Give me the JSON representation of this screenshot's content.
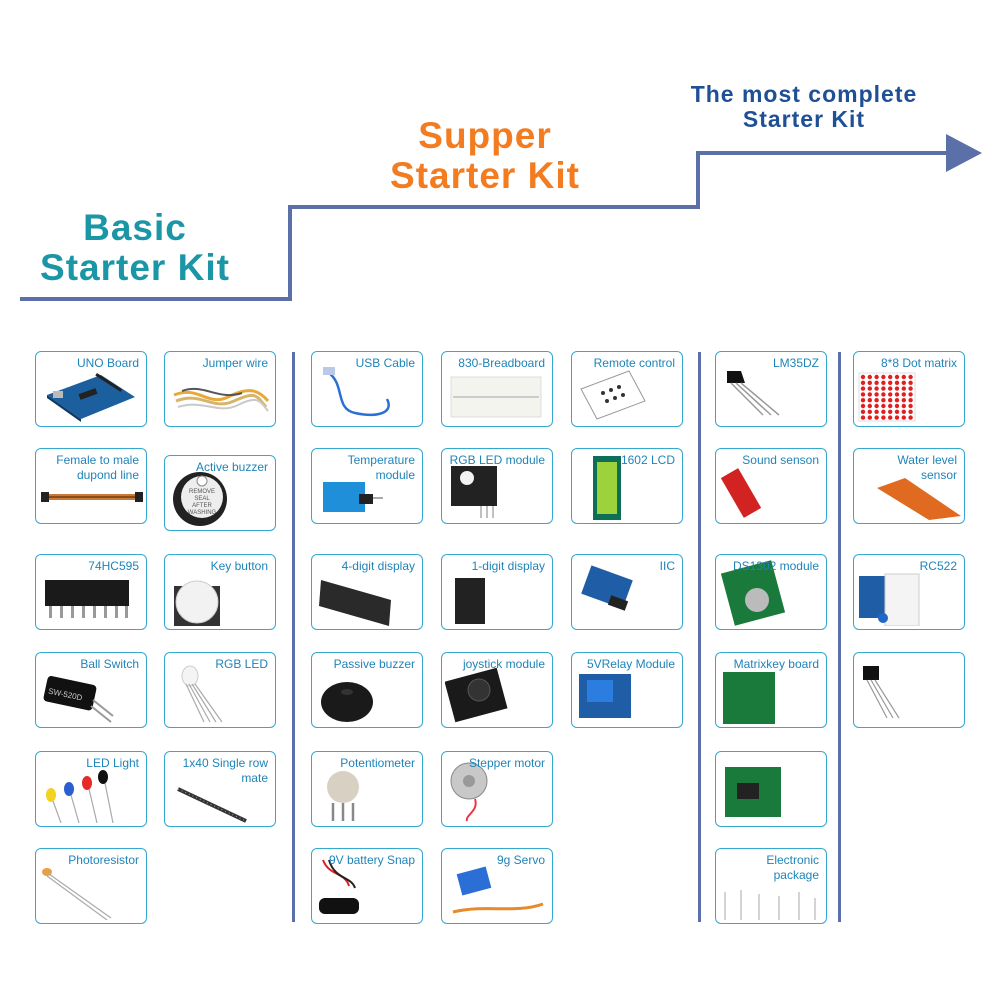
{
  "header": {
    "basic": [
      "Basic",
      "Starter Kit"
    ],
    "supper": [
      "Supper",
      "Starter Kit"
    ],
    "most": [
      "The most complete",
      "Starter Kit"
    ]
  },
  "colors": {
    "basic": "#1b96a6",
    "supper": "#f47c20",
    "most": "#1f4f94",
    "stairs": "#5b6fa8",
    "card_border": "#35a8cf",
    "label": "#1f84b8"
  },
  "items": {
    "uno_board": "UNO Board",
    "jumper_wire": "Jumper wire",
    "female_male": "Female to male dupond line",
    "active_buzzer": "Active buzzer",
    "ic74hc595": "74HC595",
    "key_button": "Key button",
    "ball_switch": "Ball Switch",
    "rgb_led": "RGB LED",
    "led_light": "LED Light",
    "pin_header": "1x40 Single row mate",
    "photoresistor": "Photoresistor",
    "usb_cable": "USB Cable",
    "breadboard": "830-Breadboard",
    "remote": "Remote control",
    "temperature": "Temperature module",
    "rgb_led_module": "RGB LED module",
    "lcd1602": "1602 LCD",
    "digit4": "4-digit display",
    "digit1": "1-digit display",
    "iic": "IIC",
    "passive_buzzer": "Passive buzzer",
    "joystick": "joystick module",
    "relay": "5VRelay Module",
    "potentiometer": "Potentiometer",
    "stepper": "Stepper motor",
    "battery_snap": "9V battery Snap",
    "servo": "9g Servo",
    "lm35dz": "LM35DZ",
    "sound": "Sound senson",
    "ds1302": "DS1302 module",
    "matrixkey": "Matrixkey board",
    "electronic": "Electronic package",
    "dot_matrix": "8*8 Dot matrix",
    "water_level": "Water level sensor",
    "rc522": "RC522"
  },
  "buzzer_sticker": "REMOVE SEAL AFTER WASHING",
  "ball_switch_marking": "SW-520D"
}
